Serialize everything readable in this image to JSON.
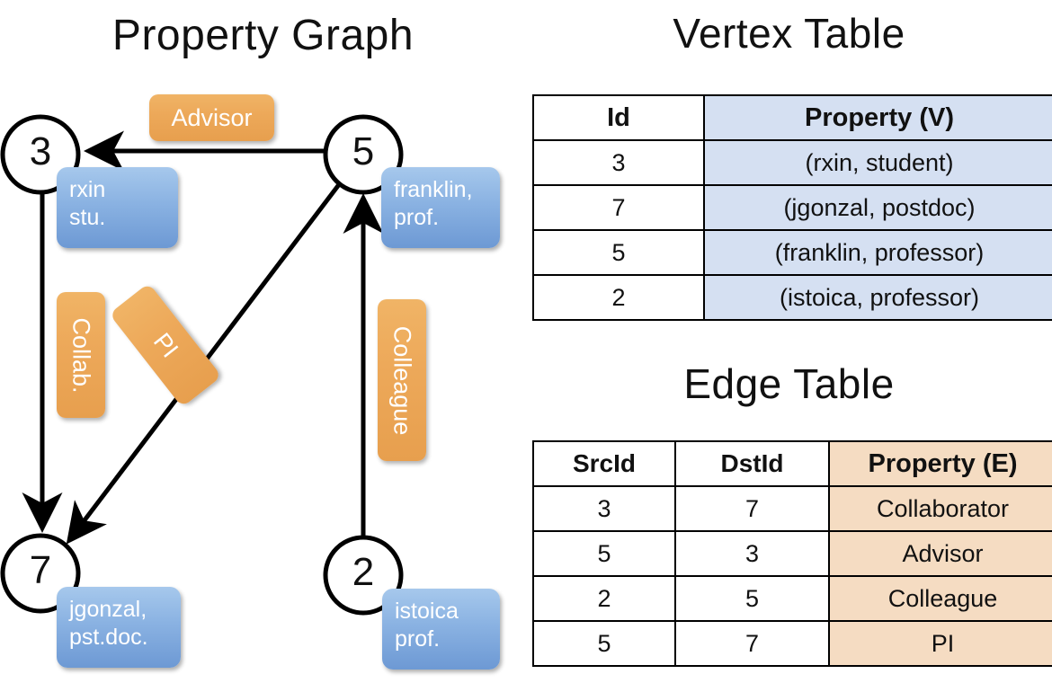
{
  "titles": {
    "property_graph": "Property Graph",
    "vertex_table": "Vertex Table",
    "edge_table": "Edge Table"
  },
  "colors": {
    "vertex_property_fill": "#d5e0f2",
    "edge_property_fill": "#f5dcc2",
    "vertex_box_blue": "#8ab2e2",
    "edge_label_orange": "#eda95a",
    "stroke": "#000000"
  },
  "graph": {
    "nodes": [
      {
        "id": "3",
        "label": "rxin\nstu.",
        "line1": "rxin",
        "line2": "stu."
      },
      {
        "id": "5",
        "label": "franklin,\nprof.",
        "line1": "franklin,",
        "line2": "prof."
      },
      {
        "id": "7",
        "label": "jgonzal,\npst.doc.",
        "line1": "jgonzal,",
        "line2": "pst.doc."
      },
      {
        "id": "2",
        "label": "istoica\nprof.",
        "line1": "istoica",
        "line2": "prof."
      }
    ],
    "edges": [
      {
        "src": "5",
        "dst": "3",
        "label": "Advisor"
      },
      {
        "src": "3",
        "dst": "7",
        "label": "Collab."
      },
      {
        "src": "5",
        "dst": "7",
        "label": "PI"
      },
      {
        "src": "2",
        "dst": "5",
        "label": "Colleague"
      }
    ]
  },
  "chart_data": {
    "type": "diagram",
    "title": "Property Graph",
    "nodes": [
      "3",
      "5",
      "7",
      "2"
    ],
    "edges": [
      [
        "5",
        "3",
        "Advisor"
      ],
      [
        "3",
        "7",
        "Collab."
      ],
      [
        "5",
        "7",
        "PI"
      ],
      [
        "2",
        "5",
        "Colleague"
      ]
    ]
  },
  "vertex_table": {
    "headers": [
      "Id",
      "Property (V)"
    ],
    "rows": [
      {
        "id": "3",
        "property": "(rxin, student)"
      },
      {
        "id": "7",
        "property": "(jgonzal, postdoc)"
      },
      {
        "id": "5",
        "property": "(franklin, professor)"
      },
      {
        "id": "2",
        "property": "(istoica, professor)"
      }
    ]
  },
  "edge_table": {
    "headers": [
      "SrcId",
      "DstId",
      "Property (E)"
    ],
    "rows": [
      {
        "src": "3",
        "dst": "7",
        "property": "Collaborator"
      },
      {
        "src": "5",
        "dst": "3",
        "property": "Advisor"
      },
      {
        "src": "2",
        "dst": "5",
        "property": "Colleague"
      },
      {
        "src": "5",
        "dst": "7",
        "property": "PI"
      }
    ]
  }
}
